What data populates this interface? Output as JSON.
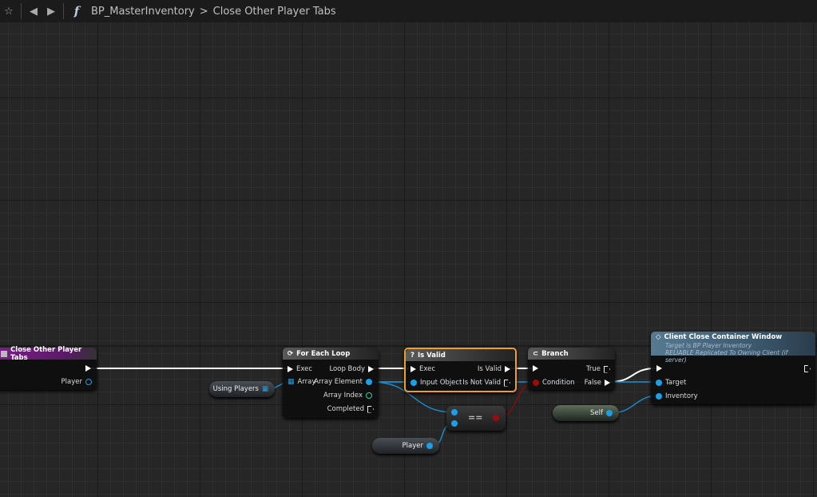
{
  "toolbar": {
    "blueprint": "BP_MasterInventory",
    "separator": ">",
    "function": "Close Other Player Tabs",
    "icons": [
      "star-icon",
      "back-arrow-icon",
      "forward-arrow-icon",
      "function-icon"
    ]
  },
  "nodes": {
    "entry": {
      "title": "Close Other Player Tabs",
      "pins": {
        "player": "Player"
      }
    },
    "foreach": {
      "title": "For Each Loop",
      "pins": {
        "exec": "Exec",
        "array": "Array",
        "loop_body": "Loop Body",
        "array_element": "Array Element",
        "array_index": "Array Index",
        "completed": "Completed"
      }
    },
    "isvalid": {
      "title": "Is Valid",
      "icon": "?",
      "pins": {
        "exec": "Exec",
        "input_object": "Input Object",
        "is_valid": "Is Valid",
        "is_not_valid": "Is Not Valid"
      }
    },
    "branch": {
      "title": "Branch",
      "pins": {
        "condition": "Condition",
        "true": "True",
        "false": "False"
      }
    },
    "client": {
      "title": "Client Close Container Window",
      "subtitle1": "Target is BP Player Inventory",
      "subtitle2": "RELIABLE Replicated To Owning Client (if server)",
      "pins": {
        "target": "Target",
        "inventory": "Inventory"
      }
    },
    "equals": {
      "title": "=="
    }
  },
  "variables": {
    "using_players": "Using Players",
    "player": "Player",
    "self": "Self"
  },
  "colors": {
    "object_pin": "#1ba0e8",
    "bool_pin": "#9c0b0b",
    "exec": "#ffffff",
    "entry_header": "#7a1f8a",
    "selected": "#f0a020"
  }
}
